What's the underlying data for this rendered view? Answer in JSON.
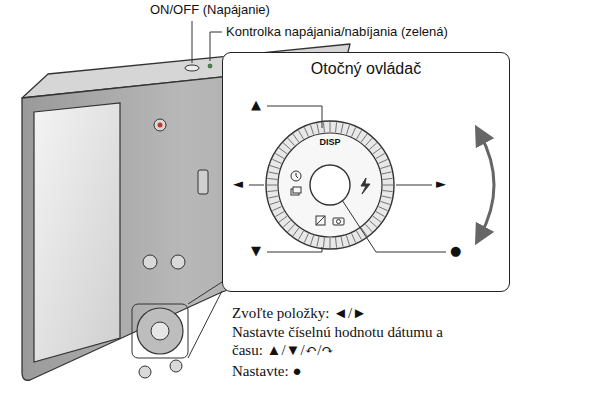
{
  "diagram": {
    "nodes": [
      {
        "text": [
          "Otočný ovládač"
        ]
      }
    ],
    "labels": [
      "ON/OFF (Napájanie)",
      "Kontrolka napájania/nabíjania (zelená)",
      "DISP",
      "▲",
      "◄",
      "►",
      "▼",
      "●",
      "Zvoľte položky: ◄/►",
      "Nastavte číselnú hodnotu dátumu a času: ▲/▼/↶/↷",
      "Nastavte: ●"
    ]
  }
}
